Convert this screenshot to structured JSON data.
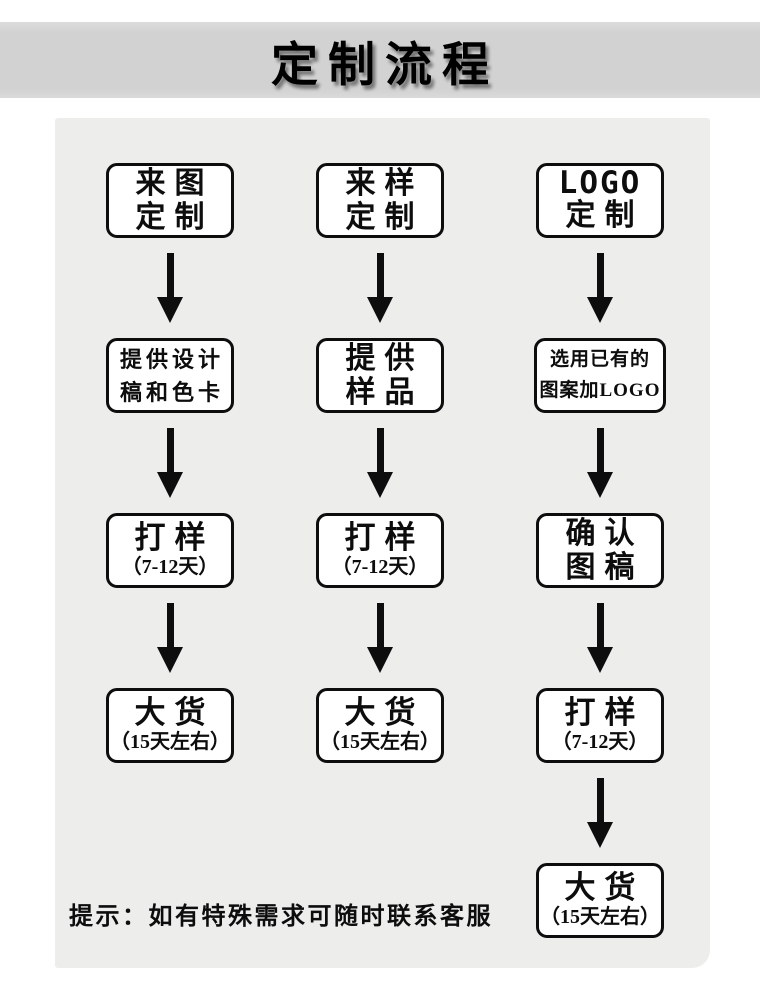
{
  "header": {
    "title": "定制流程"
  },
  "tip": "提示：如有特殊需求可随时联系客服",
  "colors": {
    "band": "#d2d2d2",
    "panel": "#ededec",
    "box_border": "#0d0d0d",
    "box_bg": "#ffffff"
  },
  "flows": [
    {
      "name": "来图定制",
      "steps": [
        {
          "line1": "来图",
          "line2": "定制"
        },
        {
          "line1": "提供设计",
          "line2": "稿和色卡"
        },
        {
          "line1": "打样",
          "line2": "（7-12天）"
        },
        {
          "line1": "大货",
          "line2": "（15天左右）"
        }
      ]
    },
    {
      "name": "来样定制",
      "steps": [
        {
          "line1": "来样",
          "line2": "定制"
        },
        {
          "line1": "提供",
          "line2": "样品"
        },
        {
          "line1": "打样",
          "line2": "（7-12天）"
        },
        {
          "line1": "大货",
          "line2": "（15天左右）"
        }
      ]
    },
    {
      "name": "LOGO定制",
      "steps": [
        {
          "line1": "LOGO",
          "line2": "定制"
        },
        {
          "line1": "选用已有的",
          "line2": "图案加LOGO"
        },
        {
          "line1": "确认",
          "line2": "图稿"
        },
        {
          "line1": "打样",
          "line2": "（7-12天）"
        },
        {
          "line1": "大货",
          "line2": "（15天左右）"
        }
      ]
    }
  ]
}
